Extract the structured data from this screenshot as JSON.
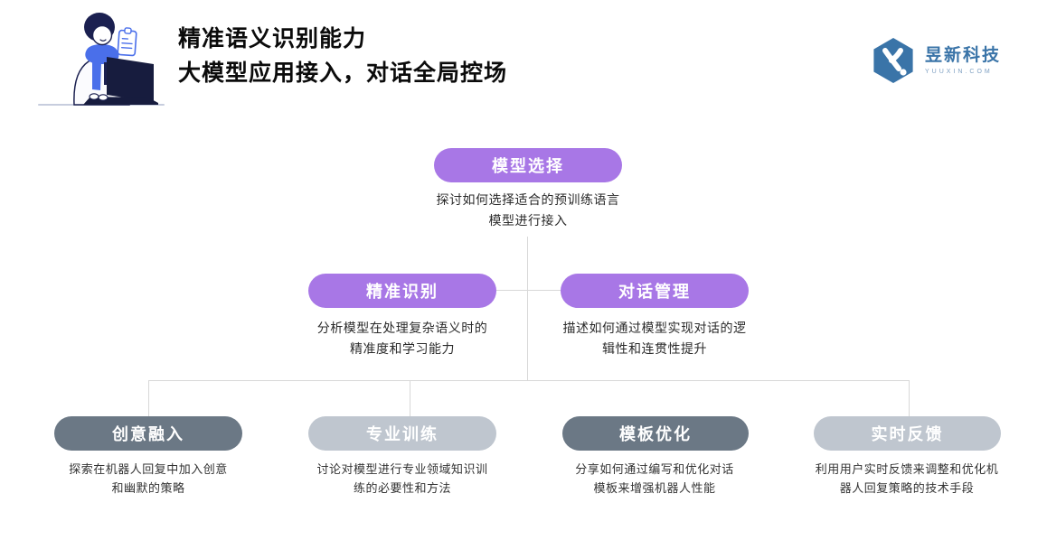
{
  "header": {
    "title_line1": "精准语义识别能力",
    "title_line2": "大模型应用接入，对话全局控场",
    "logo": {
      "name": "昱新科技",
      "domain": "YUUXIN.COM",
      "icon": "hexagon-y-logo-icon"
    },
    "illustration": "person-typing-on-laptop-with-clipboard"
  },
  "colors": {
    "node_purple": "#a877e6",
    "node_dark_gray": "#6b7885",
    "node_light_gray": "#bfc6cf",
    "connector_line": "#d8d8d8",
    "logo_blue": "#3a74a8",
    "illustration_navy": "#1b2050",
    "illustration_blue": "#4a6fea"
  },
  "tree": {
    "root": {
      "label": "模型选择",
      "desc_line1": "探讨如何选择适合的预训练语言",
      "desc_line2": "模型进行接入"
    },
    "level2": [
      {
        "label": "精准识别",
        "desc_line1": "分析模型在处理复杂语义时的",
        "desc_line2": "精准度和学习能力"
      },
      {
        "label": "对话管理",
        "desc_line1": "描述如何通过模型实现对话的逻",
        "desc_line2": "辑性和连贯性提升"
      }
    ],
    "level3": [
      {
        "label": "创意融入",
        "desc_line1": "探索在机器人回复中加入创意",
        "desc_line2": "和幽默的策略"
      },
      {
        "label": "专业训练",
        "desc_line1": "讨论对模型进行专业领域知识训",
        "desc_line2": "练的必要性和方法"
      },
      {
        "label": "模板优化",
        "desc_line1": "分享如何通过编写和优化对话",
        "desc_line2": "模板来增强机器人性能"
      },
      {
        "label": "实时反馈",
        "desc_line1": "利用用户实时反馈来调整和优化机",
        "desc_line2": "器人回复策略的技术手段"
      }
    ]
  }
}
